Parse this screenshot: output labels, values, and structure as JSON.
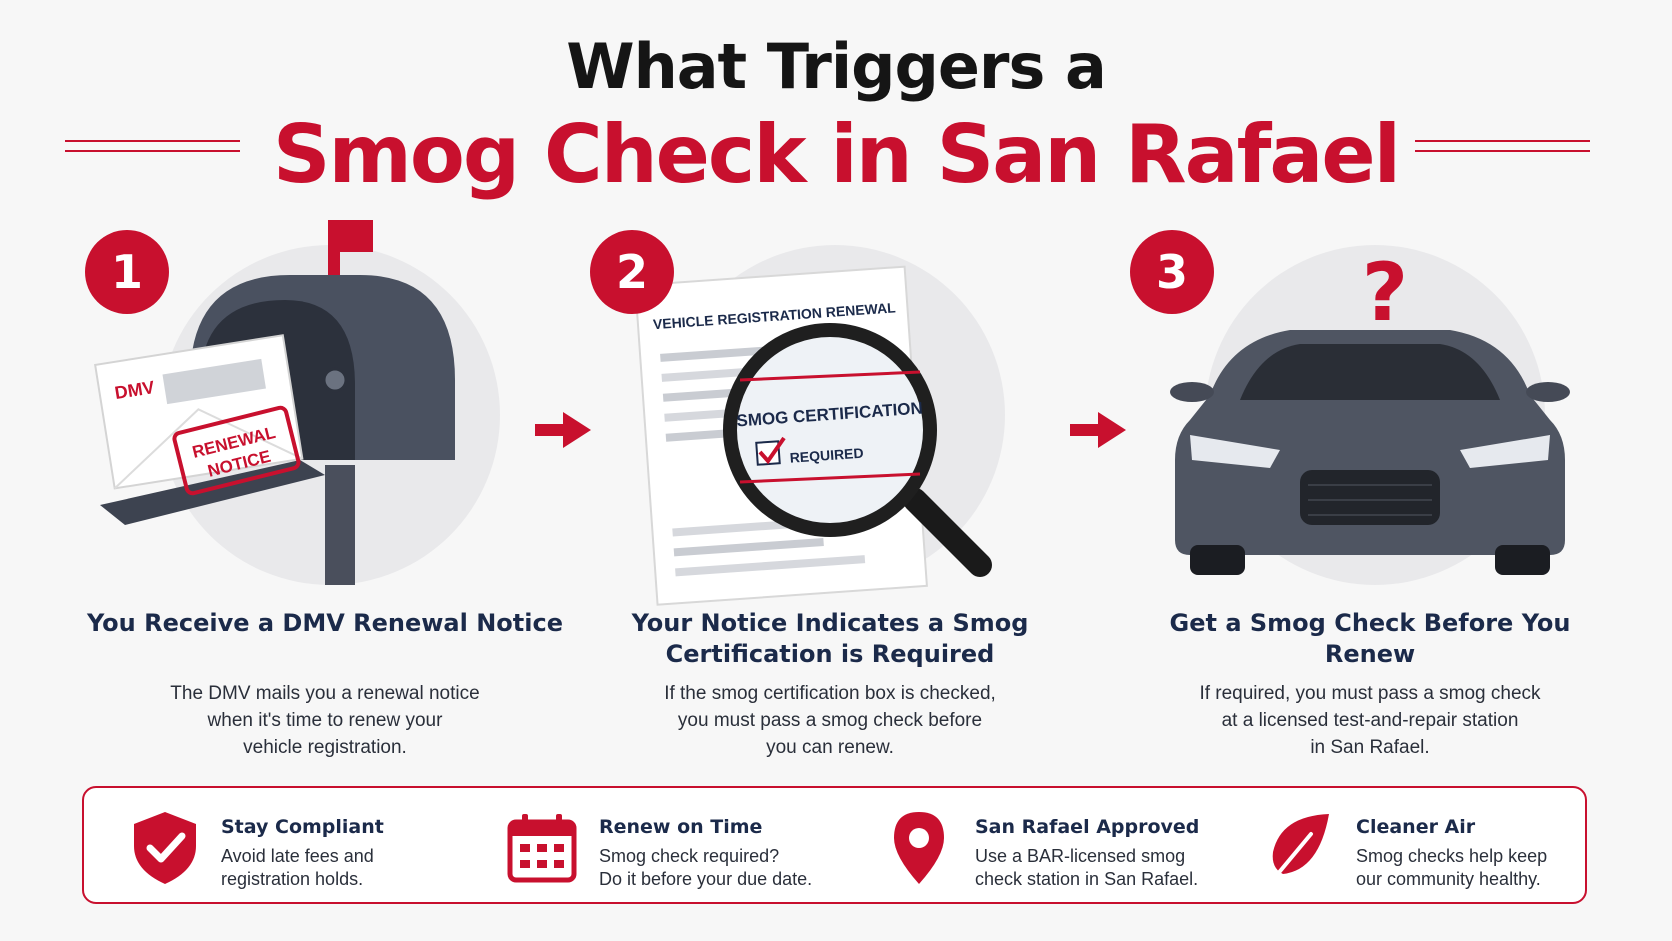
{
  "title": {
    "line1": "What Triggers a",
    "line2": "Smog Check in San Rafael"
  },
  "colors": {
    "accent": "#c8102e",
    "navy": "#1b2a4a"
  },
  "steps": [
    {
      "number": "1",
      "heading": "You Receive a DMV Renewal Notice",
      "description": "The DMV mails you a renewal notice\nwhen it's time to renew your\nvehicle registration.",
      "illustration": {
        "envelope_label": "DMV",
        "stamp_line1": "RENEWAL",
        "stamp_line2": "NOTICE"
      }
    },
    {
      "number": "2",
      "heading": "Your Notice Indicates a Smog Certification is Required",
      "description": "If the smog certification box is checked,\nyou must pass a smog check before\nyou can renew.",
      "illustration": {
        "document_title": "VEHICLE REGISTRATION RENEWAL",
        "magnified_title": "SMOG CERTIFICATION",
        "magnified_check": "REQUIRED"
      }
    },
    {
      "number": "3",
      "heading": "Get a Smog Check Before You Renew",
      "description": "If required, you must pass a smog check\nat a licensed test-and-repair station\nin San Rafael.",
      "illustration": {
        "symbol": "?"
      }
    }
  ],
  "features": [
    {
      "icon": "shield-check-icon",
      "title": "Stay Compliant",
      "description": "Avoid late fees and\nregistration holds."
    },
    {
      "icon": "calendar-icon",
      "title": "Renew on Time",
      "description": "Smog check required?\nDo it before your due date."
    },
    {
      "icon": "location-pin-icon",
      "title": "San Rafael Approved",
      "description": "Use a BAR-licensed smog\ncheck station in San Rafael."
    },
    {
      "icon": "leaf-icon",
      "title": "Cleaner Air",
      "description": "Smog checks help keep\nour community healthy."
    }
  ]
}
